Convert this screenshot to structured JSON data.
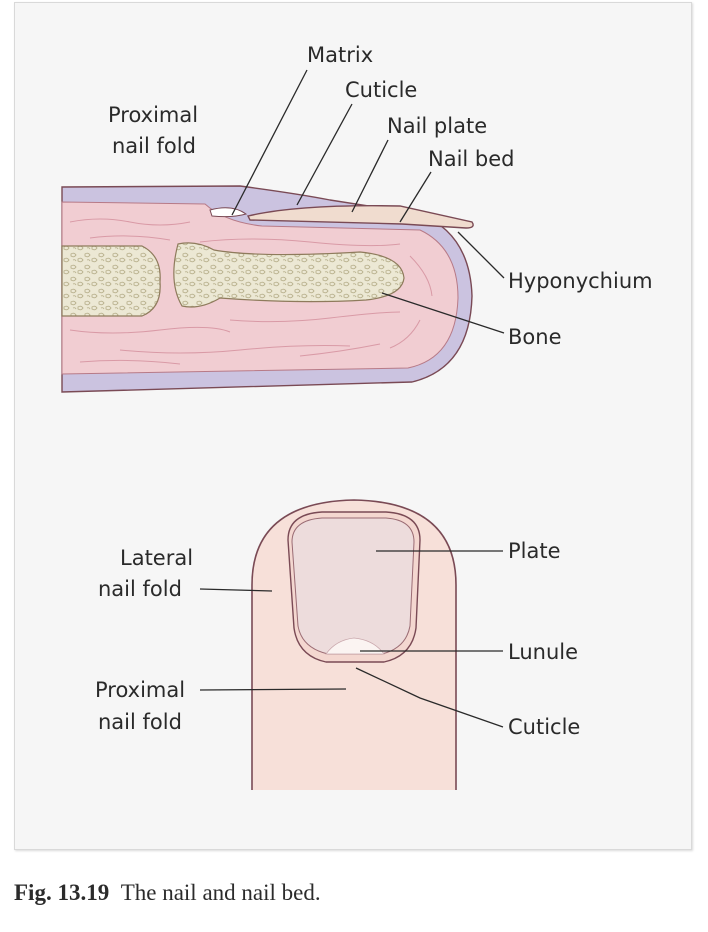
{
  "figure": {
    "caption_number": "Fig. 13.19",
    "caption_text": "The nail and nail bed."
  },
  "side_view": {
    "labels": {
      "proximal_fold_line1": "Proximal",
      "proximal_fold_line2": "nail fold",
      "matrix": "Matrix",
      "cuticle": "Cuticle",
      "nail_plate": "Nail plate",
      "nail_bed": "Nail bed",
      "hyponychium": "Hyponychium",
      "bone": "Bone"
    }
  },
  "top_view": {
    "labels": {
      "lateral_fold_line1": "Lateral",
      "lateral_fold_line2": "nail fold",
      "proximal_fold_line1": "Proximal",
      "proximal_fold_line2": "nail fold",
      "plate": "Plate",
      "lunule": "Lunule",
      "cuticle": "Cuticle"
    }
  },
  "colors": {
    "skin_outer": "#c9c1df",
    "dermis": "#f1cdd2",
    "bone": "#ece8d4",
    "nail": "#f0dccf",
    "fingertip": "#f7e0d9",
    "outline": "#7a4a55"
  }
}
